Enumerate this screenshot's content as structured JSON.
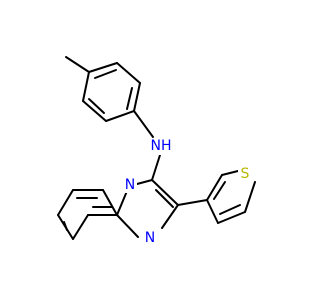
{
  "molecule": {
    "atoms": {
      "nh": {
        "label": "NH",
        "color": "#0000ff"
      },
      "n_bridge": {
        "label": "N",
        "color": "#0000ff"
      },
      "n_imine": {
        "label": "N",
        "color": "#0000ff"
      },
      "s": {
        "label": "S",
        "color": "#b8b800"
      }
    }
  }
}
